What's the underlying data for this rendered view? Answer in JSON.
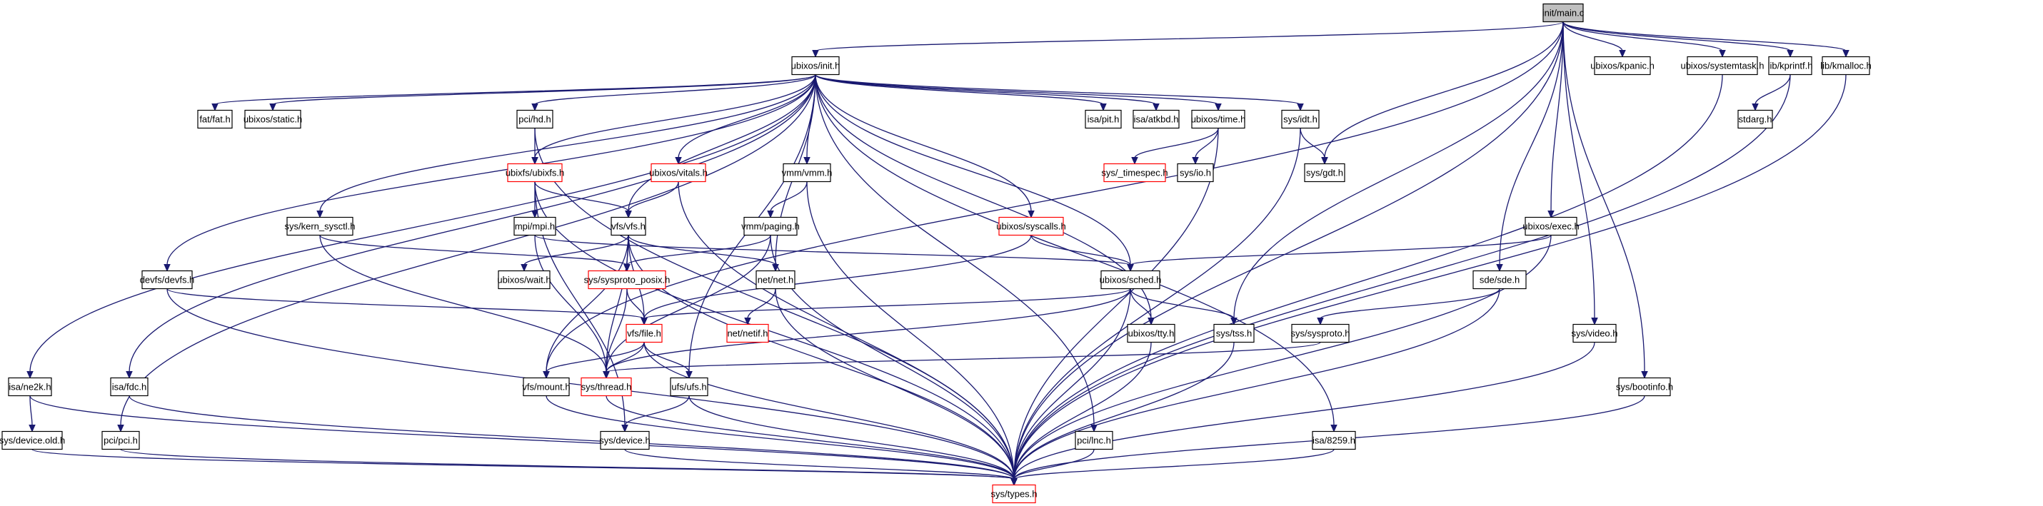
{
  "title": "init/main.c include dependency graph",
  "colors": {
    "edge": "#191970",
    "node_border": "#000000",
    "truncated_border": "#ff0000",
    "root_fill": "#bfbfbf",
    "node_fill": "#ffffff"
  },
  "nodes": [
    {
      "id": "main",
      "label": "init/main.c",
      "type": "root"
    },
    {
      "id": "init",
      "label": "ubixos/init.h",
      "type": "normal"
    },
    {
      "id": "kpanic",
      "label": "ubixos/kpanic.h",
      "type": "normal"
    },
    {
      "id": "systemtask",
      "label": "ubixos/systemtask.h",
      "type": "normal"
    },
    {
      "id": "kprintf",
      "label": "lib/kprintf.h",
      "type": "normal"
    },
    {
      "id": "kmalloc",
      "label": "lib/kmalloc.h",
      "type": "normal"
    },
    {
      "id": "stdarg",
      "label": "stdarg.h",
      "type": "normal"
    },
    {
      "id": "fat",
      "label": "fat/fat.h",
      "type": "normal"
    },
    {
      "id": "static",
      "label": "ubixos/static.h",
      "type": "normal"
    },
    {
      "id": "hd",
      "label": "pci/hd.h",
      "type": "normal"
    },
    {
      "id": "pit",
      "label": "isa/pit.h",
      "type": "normal"
    },
    {
      "id": "atkbd",
      "label": "isa/atkbd.h",
      "type": "normal"
    },
    {
      "id": "time",
      "label": "ubixos/time.h",
      "type": "normal"
    },
    {
      "id": "idt",
      "label": "sys/idt.h",
      "type": "normal"
    },
    {
      "id": "ubixfs",
      "label": "ubixfs/ubixfs.h",
      "type": "truncated"
    },
    {
      "id": "vitals",
      "label": "ubixos/vitals.h",
      "type": "truncated"
    },
    {
      "id": "vmm",
      "label": "vmm/vmm.h",
      "type": "normal"
    },
    {
      "id": "timespec",
      "label": "sys/_timespec.h",
      "type": "truncated"
    },
    {
      "id": "io",
      "label": "sys/io.h",
      "type": "normal"
    },
    {
      "id": "gdt",
      "label": "sys/gdt.h",
      "type": "normal"
    },
    {
      "id": "kern_sysctl",
      "label": "sys/kern_sysctl.h",
      "type": "normal"
    },
    {
      "id": "mpi",
      "label": "mpi/mpi.h",
      "type": "normal"
    },
    {
      "id": "vfs",
      "label": "vfs/vfs.h",
      "type": "normal"
    },
    {
      "id": "paging",
      "label": "vmm/paging.h",
      "type": "normal"
    },
    {
      "id": "syscalls",
      "label": "ubixos/syscalls.h",
      "type": "truncated"
    },
    {
      "id": "exec",
      "label": "ubixos/exec.h",
      "type": "normal"
    },
    {
      "id": "devfs",
      "label": "devfs/devfs.h",
      "type": "normal"
    },
    {
      "id": "wait",
      "label": "ubixos/wait.h",
      "type": "normal"
    },
    {
      "id": "sysproto_posix",
      "label": "sys/sysproto_posix.h",
      "type": "truncated"
    },
    {
      "id": "net",
      "label": "net/net.h",
      "type": "normal"
    },
    {
      "id": "sched",
      "label": "ubixos/sched.h",
      "type": "normal"
    },
    {
      "id": "sde",
      "label": "sde/sde.h",
      "type": "normal"
    },
    {
      "id": "file",
      "label": "vfs/file.h",
      "type": "truncated"
    },
    {
      "id": "netif",
      "label": "net/netif.h",
      "type": "truncated"
    },
    {
      "id": "tty",
      "label": "ubixos/tty.h",
      "type": "normal"
    },
    {
      "id": "tss",
      "label": "sys/tss.h",
      "type": "normal"
    },
    {
      "id": "sysproto",
      "label": "sys/sysproto.h",
      "type": "normal"
    },
    {
      "id": "video",
      "label": "sys/video.h",
      "type": "normal"
    },
    {
      "id": "ne2k",
      "label": "isa/ne2k.h",
      "type": "normal"
    },
    {
      "id": "fdc",
      "label": "isa/fdc.h",
      "type": "normal"
    },
    {
      "id": "mount",
      "label": "vfs/mount.h",
      "type": "normal"
    },
    {
      "id": "thread",
      "label": "sys/thread.h",
      "type": "truncated"
    },
    {
      "id": "ufs",
      "label": "ufs/ufs.h",
      "type": "normal"
    },
    {
      "id": "bootinfo",
      "label": "sys/bootinfo.h",
      "type": "normal"
    },
    {
      "id": "device_old",
      "label": "sys/device.old.h",
      "type": "normal"
    },
    {
      "id": "pci",
      "label": "pci/pci.h",
      "type": "normal"
    },
    {
      "id": "device",
      "label": "sys/device.h",
      "type": "normal"
    },
    {
      "id": "lnc",
      "label": "pci/lnc.h",
      "type": "normal"
    },
    {
      "id": "i8259",
      "label": "isa/8259.h",
      "type": "normal"
    },
    {
      "id": "types",
      "label": "sys/types.h",
      "type": "truncated"
    }
  ],
  "edges": [
    [
      "main",
      "init"
    ],
    [
      "main",
      "kpanic"
    ],
    [
      "main",
      "systemtask"
    ],
    [
      "main",
      "kprintf"
    ],
    [
      "main",
      "kmalloc"
    ],
    [
      "main",
      "gdt"
    ],
    [
      "main",
      "exec"
    ],
    [
      "main",
      "sde"
    ],
    [
      "main",
      "video"
    ],
    [
      "main",
      "bootinfo"
    ],
    [
      "main",
      "tss"
    ],
    [
      "main",
      "mount"
    ],
    [
      "main",
      "types"
    ],
    [
      "kprintf",
      "stdarg"
    ],
    [
      "kprintf",
      "types"
    ],
    [
      "kmalloc",
      "types"
    ],
    [
      "systemtask",
      "types"
    ],
    [
      "init",
      "fat"
    ],
    [
      "init",
      "static"
    ],
    [
      "init",
      "hd"
    ],
    [
      "init",
      "pit"
    ],
    [
      "init",
      "atkbd"
    ],
    [
      "init",
      "time"
    ],
    [
      "init",
      "idt"
    ],
    [
      "init",
      "ubixfs"
    ],
    [
      "init",
      "vitals"
    ],
    [
      "init",
      "vmm"
    ],
    [
      "init",
      "syscalls"
    ],
    [
      "init",
      "kern_sysctl"
    ],
    [
      "init",
      "vfs"
    ],
    [
      "init",
      "devfs"
    ],
    [
      "init",
      "net"
    ],
    [
      "init",
      "sched"
    ],
    [
      "init",
      "tty"
    ],
    [
      "init",
      "ne2k"
    ],
    [
      "init",
      "fdc"
    ],
    [
      "init",
      "pci"
    ],
    [
      "init",
      "lnc"
    ],
    [
      "init",
      "i8259"
    ],
    [
      "init",
      "ufs"
    ],
    [
      "hd",
      "ubixfs"
    ],
    [
      "hd",
      "types"
    ],
    [
      "ubixfs",
      "mpi"
    ],
    [
      "ubixfs",
      "vfs"
    ],
    [
      "ubixfs",
      "types"
    ],
    [
      "ubixfs",
      "device"
    ],
    [
      "vitals",
      "vfs"
    ],
    [
      "vitals",
      "types"
    ],
    [
      "vmm",
      "paging"
    ],
    [
      "vmm",
      "types"
    ],
    [
      "time",
      "timespec"
    ],
    [
      "time",
      "io"
    ],
    [
      "time",
      "types"
    ],
    [
      "idt",
      "gdt"
    ],
    [
      "idt",
      "types"
    ],
    [
      "kern_sysctl",
      "sysproto_posix"
    ],
    [
      "kern_sysctl",
      "thread"
    ],
    [
      "mpi",
      "sched"
    ],
    [
      "mpi",
      "thread"
    ],
    [
      "vfs",
      "wait"
    ],
    [
      "vfs",
      "sysproto_posix"
    ],
    [
      "vfs",
      "file"
    ],
    [
      "vfs",
      "net"
    ],
    [
      "vfs",
      "mount"
    ],
    [
      "vfs",
      "thread"
    ],
    [
      "vfs",
      "types"
    ],
    [
      "paging",
      "sysproto_posix"
    ],
    [
      "paging",
      "thread"
    ],
    [
      "paging",
      "types"
    ],
    [
      "syscalls",
      "sched"
    ],
    [
      "syscalls",
      "file"
    ],
    [
      "exec",
      "sched"
    ],
    [
      "exec",
      "types"
    ],
    [
      "devfs",
      "file"
    ],
    [
      "devfs",
      "types"
    ],
    [
      "sysproto_posix",
      "file"
    ],
    [
      "sysproto_posix",
      "thread"
    ],
    [
      "net",
      "netif"
    ],
    [
      "net",
      "types"
    ],
    [
      "sched",
      "tty"
    ],
    [
      "sched",
      "tss"
    ],
    [
      "sched",
      "file"
    ],
    [
      "sched",
      "thread"
    ],
    [
      "sched",
      "types"
    ],
    [
      "sde",
      "sysproto"
    ],
    [
      "sde",
      "types"
    ],
    [
      "sysproto",
      "thread"
    ],
    [
      "file",
      "mount"
    ],
    [
      "file",
      "thread"
    ],
    [
      "file",
      "ufs"
    ],
    [
      "file",
      "types"
    ],
    [
      "tty",
      "types"
    ],
    [
      "tss",
      "types"
    ],
    [
      "video",
      "types"
    ],
    [
      "bootinfo",
      "types"
    ],
    [
      "ne2k",
      "device_old"
    ],
    [
      "ne2k",
      "types"
    ],
    [
      "fdc",
      "types"
    ],
    [
      "pci",
      "types"
    ],
    [
      "device_old",
      "types"
    ],
    [
      "mount",
      "types"
    ],
    [
      "thread",
      "types"
    ],
    [
      "ufs",
      "device"
    ],
    [
      "ufs",
      "types"
    ],
    [
      "device",
      "types"
    ],
    [
      "lnc",
      "types"
    ],
    [
      "i8259",
      "types"
    ]
  ]
}
